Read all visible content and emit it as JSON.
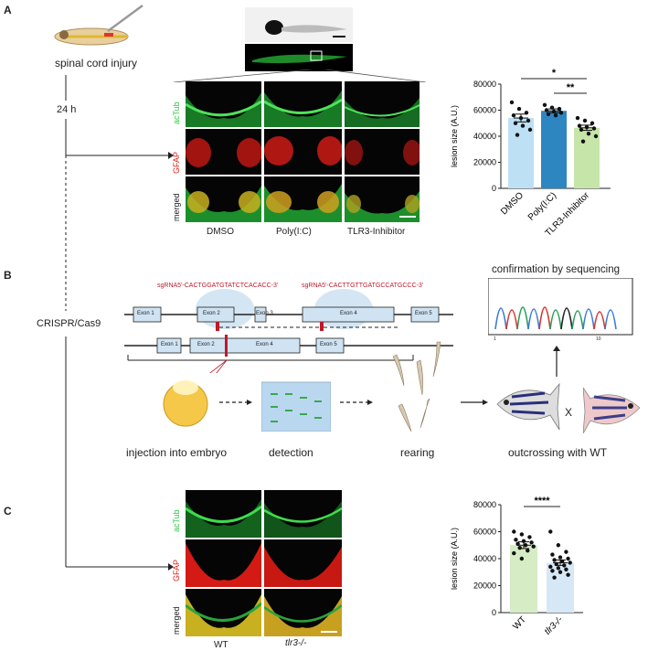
{
  "panels": {
    "a": "A",
    "b": "B",
    "c": "C"
  },
  "timeline": {
    "injury": "spinal cord injury",
    "time": "24 h",
    "crispr": "CRISPR/Cas9"
  },
  "panel_a": {
    "row_labels": [
      "acTub",
      "GFAP",
      "merged"
    ],
    "col_labels": [
      "DMSO",
      "Poly(I:C)",
      "TLR3-Inhibitor"
    ]
  },
  "panel_b": {
    "sgrna1": "sgRNA5'-CACTGGATGTATCTCACACC-3'",
    "sgrna2": "sgRNA5'-CACTTGTTGATGCCATGCCC-3'",
    "exons_top": [
      "Exon 1",
      "Exon 2",
      "Exon 3",
      "Exon 4",
      "Exon 5"
    ],
    "exons_bottom": [
      "Exon 1",
      "Exon 2",
      "Exon 4",
      "Exon 5"
    ],
    "steps": [
      "injection into embryo",
      "detection",
      "rearing",
      "outcrossing with WT"
    ],
    "sequencing": "confirmation by sequencing",
    "seq_ticks": [
      "1",
      "10"
    ],
    "cross": "X"
  },
  "panel_c": {
    "row_labels": [
      "acTub",
      "GFAP",
      "merged"
    ],
    "col_labels": [
      "WT",
      "tlr3-/-"
    ]
  },
  "colors": {
    "green": "#27c93f",
    "red": "#e3221c",
    "bar_light_blue": "#bde0f5",
    "bar_blue": "#2e86c1",
    "bar_green": "#c6e5a8",
    "bar_c_green": "#d5ecc4",
    "bar_c_blue": "#d6e8f5"
  },
  "chart_data": [
    {
      "type": "bar",
      "categories": [
        "DMSO",
        "Poly(I:C)",
        "TLR3-Inhibitor"
      ],
      "values": [
        54000,
        59500,
        46500
      ],
      "errors": [
        3000,
        1500,
        2000
      ],
      "points": [
        [
          66000,
          61000,
          58000,
          56000,
          54000,
          52000,
          50000,
          48000,
          45000,
          41000
        ],
        [
          64000,
          62000,
          61000,
          60000,
          59000,
          58000,
          57000,
          56000
        ],
        [
          54000,
          52000,
          50000,
          48000,
          47000,
          46000,
          45000,
          42000,
          40000,
          36000
        ]
      ],
      "ylabel": "lesion size (A.U.)",
      "ylim": [
        0,
        80000
      ],
      "yticks": [
        "0",
        "20000",
        "40000",
        "60000",
        "80000"
      ],
      "significance": [
        "*",
        "**"
      ]
    },
    {
      "type": "bar",
      "categories": [
        "WT",
        "tlr3-/-"
      ],
      "values": [
        50000,
        37000
      ],
      "errors": [
        2500,
        2000
      ],
      "points": [
        [
          60000,
          58000,
          56000,
          54000,
          53000,
          52000,
          51000,
          50000,
          49000,
          48000,
          46000,
          44000,
          40000
        ],
        [
          60000,
          50000,
          45000,
          43000,
          41000,
          40000,
          39000,
          38000,
          37000,
          36000,
          35000,
          34000,
          33000,
          32000,
          31000,
          30000,
          28000,
          26000
        ]
      ],
      "ylabel": "lesion size (A.U.)",
      "ylim": [
        0,
        80000
      ],
      "yticks": [
        "0",
        "20000",
        "40000",
        "60000",
        "80000"
      ],
      "significance": [
        "****"
      ]
    }
  ]
}
